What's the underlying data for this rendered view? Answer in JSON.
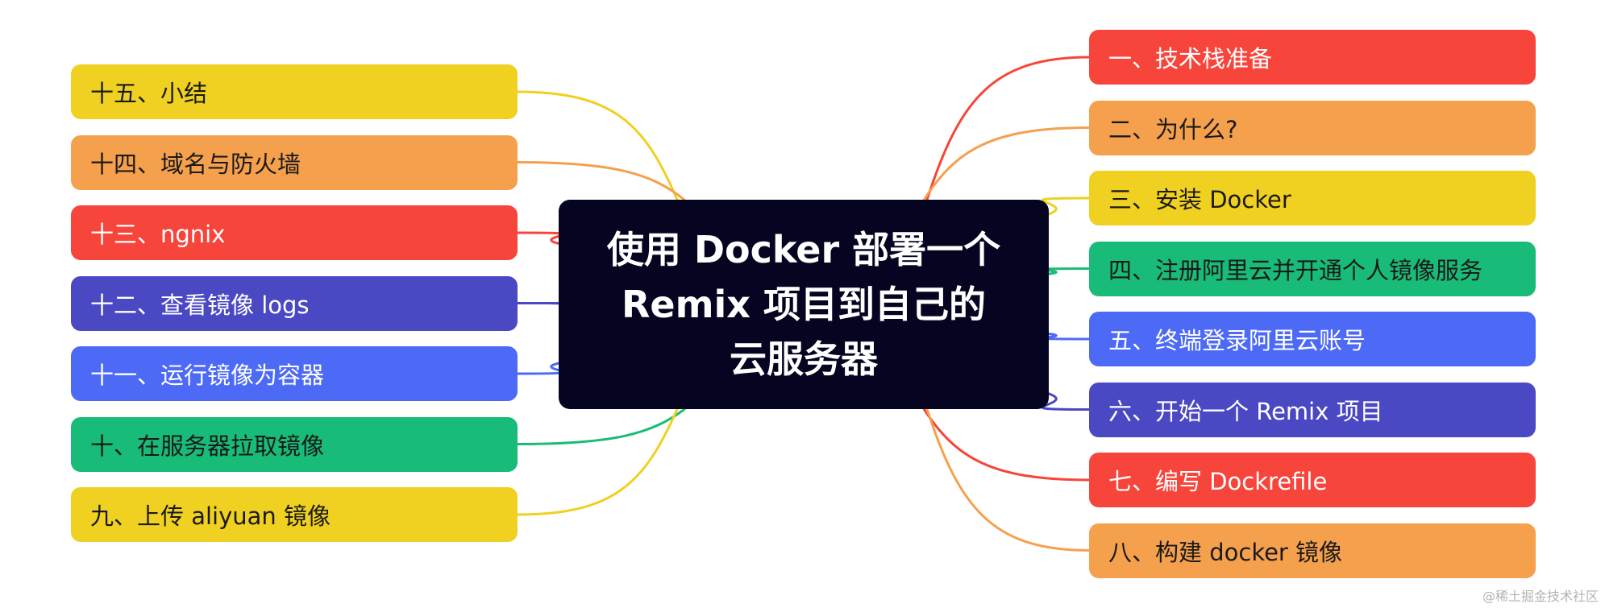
{
  "center": {
    "lines": [
      "使用 Docker 部署一个",
      "Remix 项目到自己的",
      "云服务器"
    ]
  },
  "colors": {
    "red": "#f7453b",
    "orange": "#f5a04d",
    "yellow": "#f0d020",
    "green": "#18bb77",
    "purple": "#4b48c4",
    "blue": "#4d6af7",
    "center_bg": "#050522"
  },
  "nodes_right": [
    {
      "label": "一、技术栈准备",
      "color": "red",
      "text_color": "#ffffff"
    },
    {
      "label": "二、为什么?",
      "color": "orange",
      "text_color": "#1a1a1a"
    },
    {
      "label": "三、安装 Docker",
      "color": "yellow",
      "text_color": "#1a1a1a"
    },
    {
      "label": "四、注册阿里云并开通个人镜像服务",
      "color": "green",
      "text_color": "#1a1a1a"
    },
    {
      "label": "五、终端登录阿里云账号",
      "color": "blue",
      "text_color": "#ffffff"
    },
    {
      "label": "六、开始一个 Remix 项目",
      "color": "purple",
      "text_color": "#ffffff"
    },
    {
      "label": "七、编写 Dockrefile",
      "color": "red",
      "text_color": "#ffffff"
    },
    {
      "label": "八、构建 docker 镜像",
      "color": "orange",
      "text_color": "#1a1a1a"
    }
  ],
  "nodes_left": [
    {
      "label": "十五、小结",
      "color": "yellow",
      "text_color": "#1a1a1a"
    },
    {
      "label": "十四、域名与防火墙",
      "color": "orange",
      "text_color": "#1a1a1a"
    },
    {
      "label": "十三、ngnix",
      "color": "red",
      "text_color": "#ffffff"
    },
    {
      "label": "十二、查看镜像 logs",
      "color": "purple",
      "text_color": "#ffffff"
    },
    {
      "label": "十一、运行镜像为容器",
      "color": "blue",
      "text_color": "#ffffff"
    },
    {
      "label": "十、在服务器拉取镜像",
      "color": "green",
      "text_color": "#1a1a1a"
    },
    {
      "label": "九、上传 aliyuan 镜像",
      "color": "yellow",
      "text_color": "#1a1a1a"
    }
  ],
  "watermark": "@稀土掘金技术社区"
}
